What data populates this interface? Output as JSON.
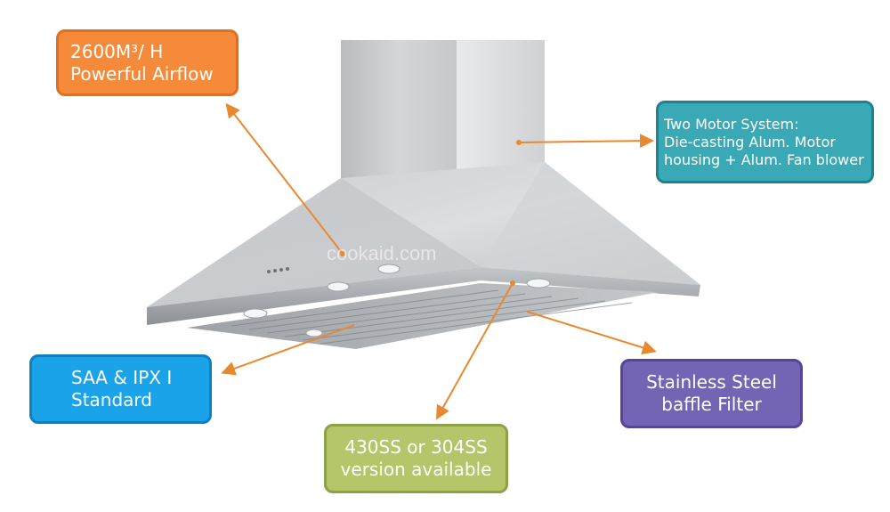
{
  "colors": {
    "airflow_fill": "#f58a3a",
    "airflow_border": "#e07020",
    "motor_fill": "#3aa9b6",
    "motor_border": "#21808c",
    "saa_fill": "#1aa3e8",
    "saa_border": "#0f7fc0",
    "steel_fill": "#7464b4",
    "steel_border": "#564599",
    "version_fill": "#b5c56a",
    "version_border": "#8ea146",
    "arrow": "#e8892f"
  },
  "callouts": {
    "airflow": {
      "line1": "2600M³/ H",
      "line2": "Powerful Airflow"
    },
    "motor": {
      "line1": "Two Motor System:",
      "line2": "Die-casting Alum. Motor",
      "line3": "housing + Alum. Fan blower"
    },
    "saa": {
      "line1": "SAA & IPX I",
      "line2": "Standard"
    },
    "steel": {
      "line1": "Stainless Steel",
      "line2": "baffle Filter"
    },
    "version": {
      "line1": "430SS or 304SS",
      "line2": "version available"
    }
  },
  "watermark": "cookaid.com"
}
